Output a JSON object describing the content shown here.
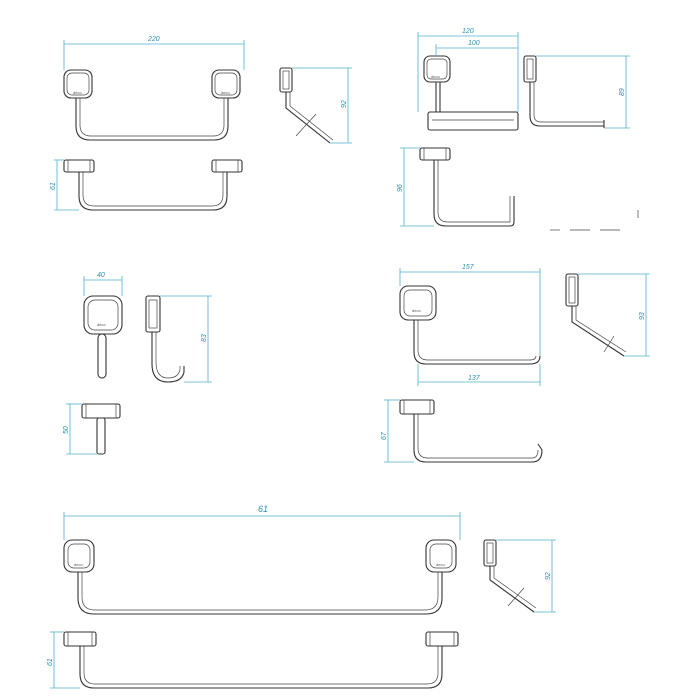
{
  "colors": {
    "dimension": "#4fb3d1",
    "dimension_text": "#2a8fb0",
    "line": "#333333",
    "background": "#ffffff"
  },
  "brand_label": "deco",
  "towel_rail_small": {
    "width": "220",
    "side_height": "92",
    "front_height": "61"
  },
  "paper_holder_shelf": {
    "width_outer": "120",
    "width_inner": "100",
    "side_height": "89",
    "front_height": "96"
  },
  "robe_hook": {
    "width": "40",
    "side_height": "83",
    "front_height": "50"
  },
  "paper_holder_bar": {
    "width_top": "157",
    "width_bottom": "137",
    "side_height": "93",
    "front_height": "67"
  },
  "towel_rail_long": {
    "width": "61",
    "side_height": "92",
    "front_height": "61"
  }
}
